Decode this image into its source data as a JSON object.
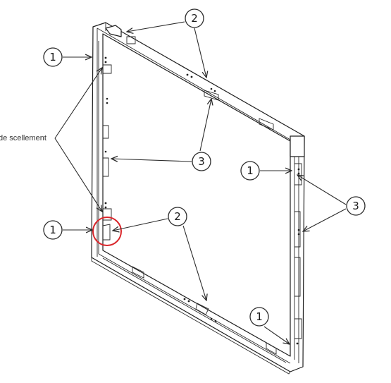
{
  "callouts": {
    "one": "1",
    "two": "2",
    "three": "3"
  },
  "side_label": "de scellement",
  "highlight_color": "#d9262b"
}
